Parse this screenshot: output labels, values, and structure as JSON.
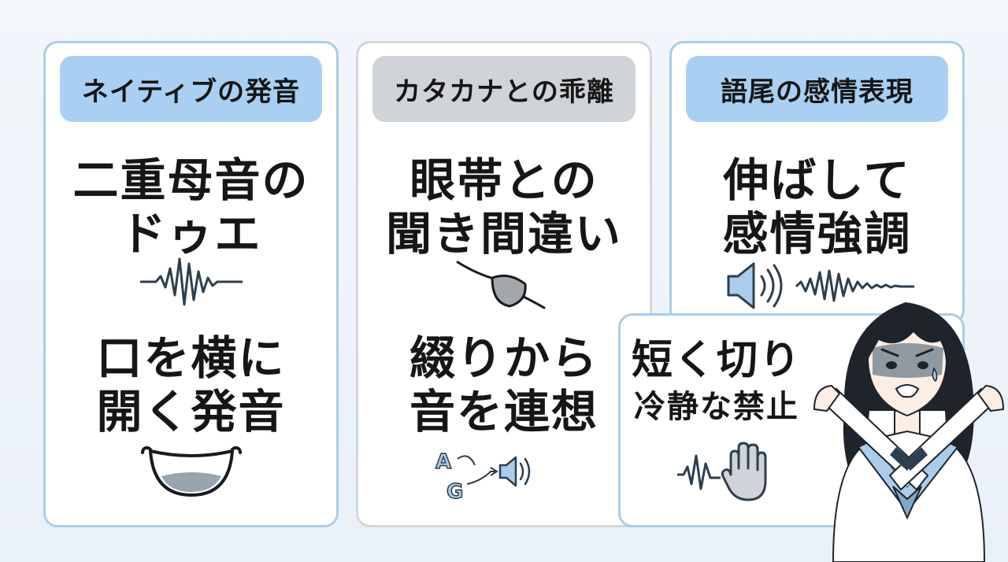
{
  "cards": [
    {
      "header": "ネイティブの発音",
      "top_lines": [
        "二重母音の",
        "ドゥエ"
      ],
      "bottom_lines": [
        "口を横に",
        "開く発音"
      ],
      "icons": [
        "sound-wave-icon",
        "smiling-mouth-icon"
      ]
    },
    {
      "header": "カタカナとの乖離",
      "top_lines": [
        "眼帯との",
        "聞き間違い"
      ],
      "bottom_lines": [
        "綴りから",
        "音を連想"
      ],
      "icons": [
        "eyepatch-icon",
        "letters-to-speaker-icon"
      ],
      "letters": [
        "A",
        "G"
      ]
    },
    {
      "header": "語尾の感情表現",
      "top_lines": [
        "伸ばして",
        "感情強調"
      ],
      "bottom_lines": [
        "短く切り",
        "冷静な禁止"
      ],
      "icons": [
        "speaker-icon",
        "long-wave-icon",
        "short-wave-icon",
        "stop-hand-icon"
      ]
    }
  ],
  "character": {
    "name": "girl-crossed-arms-illustration"
  },
  "colors": {
    "blue_border": "#a9cdea",
    "blue_pill": "#a9d0f3",
    "gray_border": "#d2d6da",
    "gray_pill": "#d0d4d8"
  }
}
